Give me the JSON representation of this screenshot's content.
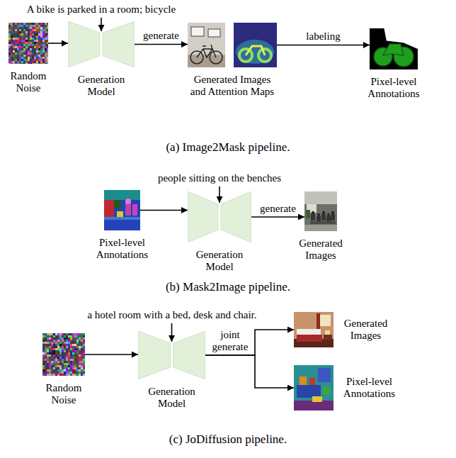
{
  "diagram": {
    "nodes": [
      {
        "text": [
          "Random Noise"
        ]
      },
      {
        "text": [
          "Generation Model"
        ]
      },
      {
        "text": [
          "Generated Images and Attention Maps"
        ]
      },
      {
        "text": [
          "Pixel-level Annotations"
        ]
      },
      {
        "text": [
          "Pixel-level Annotations"
        ]
      },
      {
        "text": [
          "Generation Model"
        ]
      },
      {
        "text": [
          "Generated Images"
        ]
      },
      {
        "text": [
          "Random Noise"
        ]
      },
      {
        "text": [
          "Generation Model"
        ]
      },
      {
        "text": [
          "Generated Images"
        ]
      },
      {
        "text": [
          "Pixel-level Annotations"
        ]
      }
    ],
    "edges": [
      {
        "from": 0,
        "to": 1,
        "arrow": "to"
      },
      {
        "from": 1,
        "to": 2,
        "arrow": "to",
        "label": "generate"
      },
      {
        "from": 2,
        "to": 3,
        "arrow": "to",
        "label": "labeling"
      },
      {
        "from": 4,
        "to": 5,
        "arrow": "to"
      },
      {
        "from": 5,
        "to": 6,
        "arrow": "to",
        "label": "generate"
      },
      {
        "from": 7,
        "to": 8,
        "arrow": "to"
      },
      {
        "from": 8,
        "to": 9,
        "arrow": "to",
        "label": "joint generate"
      },
      {
        "from": 8,
        "to": 10,
        "arrow": "to"
      }
    ],
    "labels": [
      "A bike is parked in a room; bicycle",
      "(a) Image2Mask pipeline.",
      "people sitting on the benches",
      "(b) Mask2Image pipeline.",
      "a hotel room with a bed, desk and chair.",
      "(c) JoDiffusion pipeline."
    ]
  }
}
